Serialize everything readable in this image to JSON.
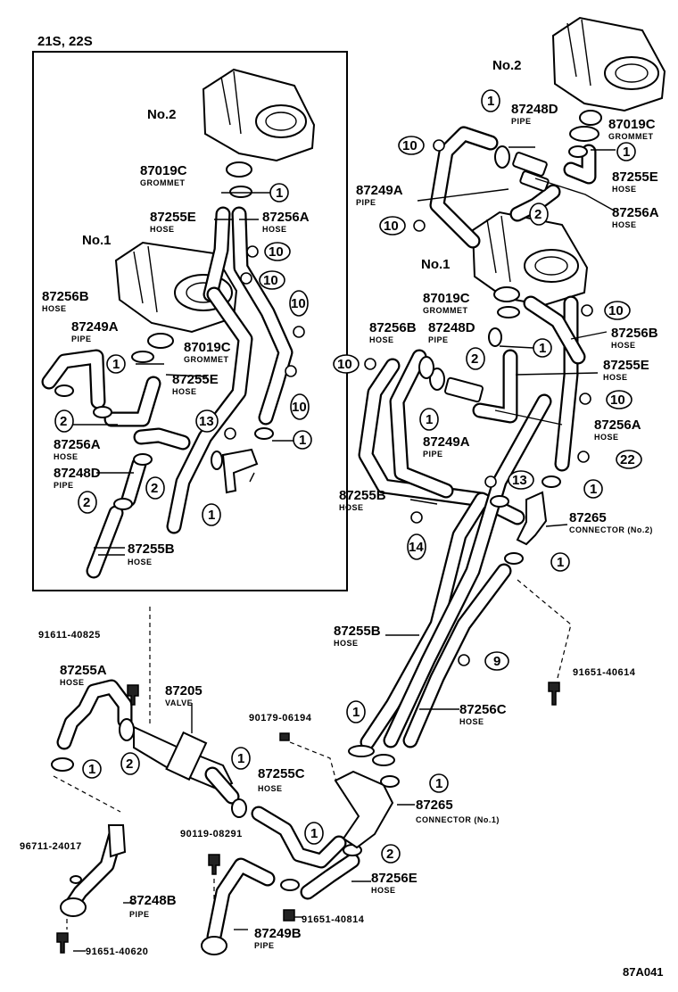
{
  "diagram": {
    "variant_label": "21S, 22S",
    "drawing_code": "87A041",
    "assemblies": {
      "no2_left": "No.2",
      "no1_left": "No.1",
      "no2_right": "No.2",
      "no1_right": "No.1"
    },
    "callouts": {
      "c1": "1",
      "c2": "2",
      "c9": "9",
      "c10": "10",
      "c13": "13",
      "c14": "14",
      "c22": "22"
    },
    "parts": [
      {
        "id": "p_87019C_l",
        "number": "87019C",
        "desc": "GROMMET"
      },
      {
        "id": "p_87255E_l",
        "number": "87255E",
        "desc": "HOSE"
      },
      {
        "id": "p_87256A_l",
        "number": "87256A",
        "desc": "HOSE"
      },
      {
        "id": "p_87256B_l",
        "number": "87256B",
        "desc": "HOSE"
      },
      {
        "id": "p_87249A_l",
        "number": "87249A",
        "desc": "PIPE"
      },
      {
        "id": "p_87019C_l2",
        "number": "87019C",
        "desc": "GROMMET"
      },
      {
        "id": "p_87255E_l2",
        "number": "87255E",
        "desc": "HOSE"
      },
      {
        "id": "p_87256A_l2",
        "number": "87256A",
        "desc": "HOSE"
      },
      {
        "id": "p_87248D_l",
        "number": "87248D",
        "desc": "PIPE"
      },
      {
        "id": "p_87255B_l",
        "number": "87255B",
        "desc": "HOSE"
      },
      {
        "id": "p_87248D_r",
        "number": "87248D",
        "desc": "PIPE"
      },
      {
        "id": "p_87019C_r",
        "number": "87019C",
        "desc": "GROMMET"
      },
      {
        "id": "p_87255E_r",
        "number": "87255E",
        "desc": "HOSE"
      },
      {
        "id": "p_87249A_r",
        "number": "87249A",
        "desc": "PIPE"
      },
      {
        "id": "p_87256A_r",
        "number": "87256A",
        "desc": "HOSE"
      },
      {
        "id": "p_87019C_r2",
        "number": "87019C",
        "desc": "GROMMET"
      },
      {
        "id": "p_87256B_r",
        "number": "87256B",
        "desc": "HOSE"
      },
      {
        "id": "p_87248D_r2",
        "number": "87248D",
        "desc": "PIPE"
      },
      {
        "id": "p_87256B_r2",
        "number": "87256B",
        "desc": "HOSE"
      },
      {
        "id": "p_87255E_r2",
        "number": "87255E",
        "desc": "HOSE"
      },
      {
        "id": "p_87256A_r2",
        "number": "87256A",
        "desc": "HOSE"
      },
      {
        "id": "p_87249A_r2",
        "number": "87249A",
        "desc": "PIPE"
      },
      {
        "id": "p_87255B_r",
        "number": "87255B",
        "desc": "HOSE"
      },
      {
        "id": "p_87265_r",
        "number": "87265",
        "desc": "CONNECTOR (No.2)"
      },
      {
        "id": "p_87255B_r2",
        "number": "87255B",
        "desc": "HOSE"
      },
      {
        "id": "p_87256C",
        "number": "87256C",
        "desc": "HOSE"
      },
      {
        "id": "p_87255A",
        "number": "87255A",
        "desc": "HOSE"
      },
      {
        "id": "p_87205",
        "number": "87205",
        "desc": "VALVE"
      },
      {
        "id": "p_87255C",
        "number": "87255C",
        "desc": "HOSE"
      },
      {
        "id": "p_87265_b",
        "number": "87265",
        "desc": "CONNECTOR (No.1)"
      },
      {
        "id": "p_87256E",
        "number": "87256E",
        "desc": "HOSE"
      },
      {
        "id": "p_87248B",
        "number": "87248B",
        "desc": "PIPE"
      },
      {
        "id": "p_87249B",
        "number": "87249B",
        "desc": "PIPE"
      }
    ],
    "bolts": {
      "b1": "91611-40825",
      "b2": "91651-40614",
      "b3": "90179-06194",
      "b4": "90119-08291",
      "b5": "96711-24017",
      "b6": "91651-40814",
      "b7": "91651-40620"
    }
  }
}
